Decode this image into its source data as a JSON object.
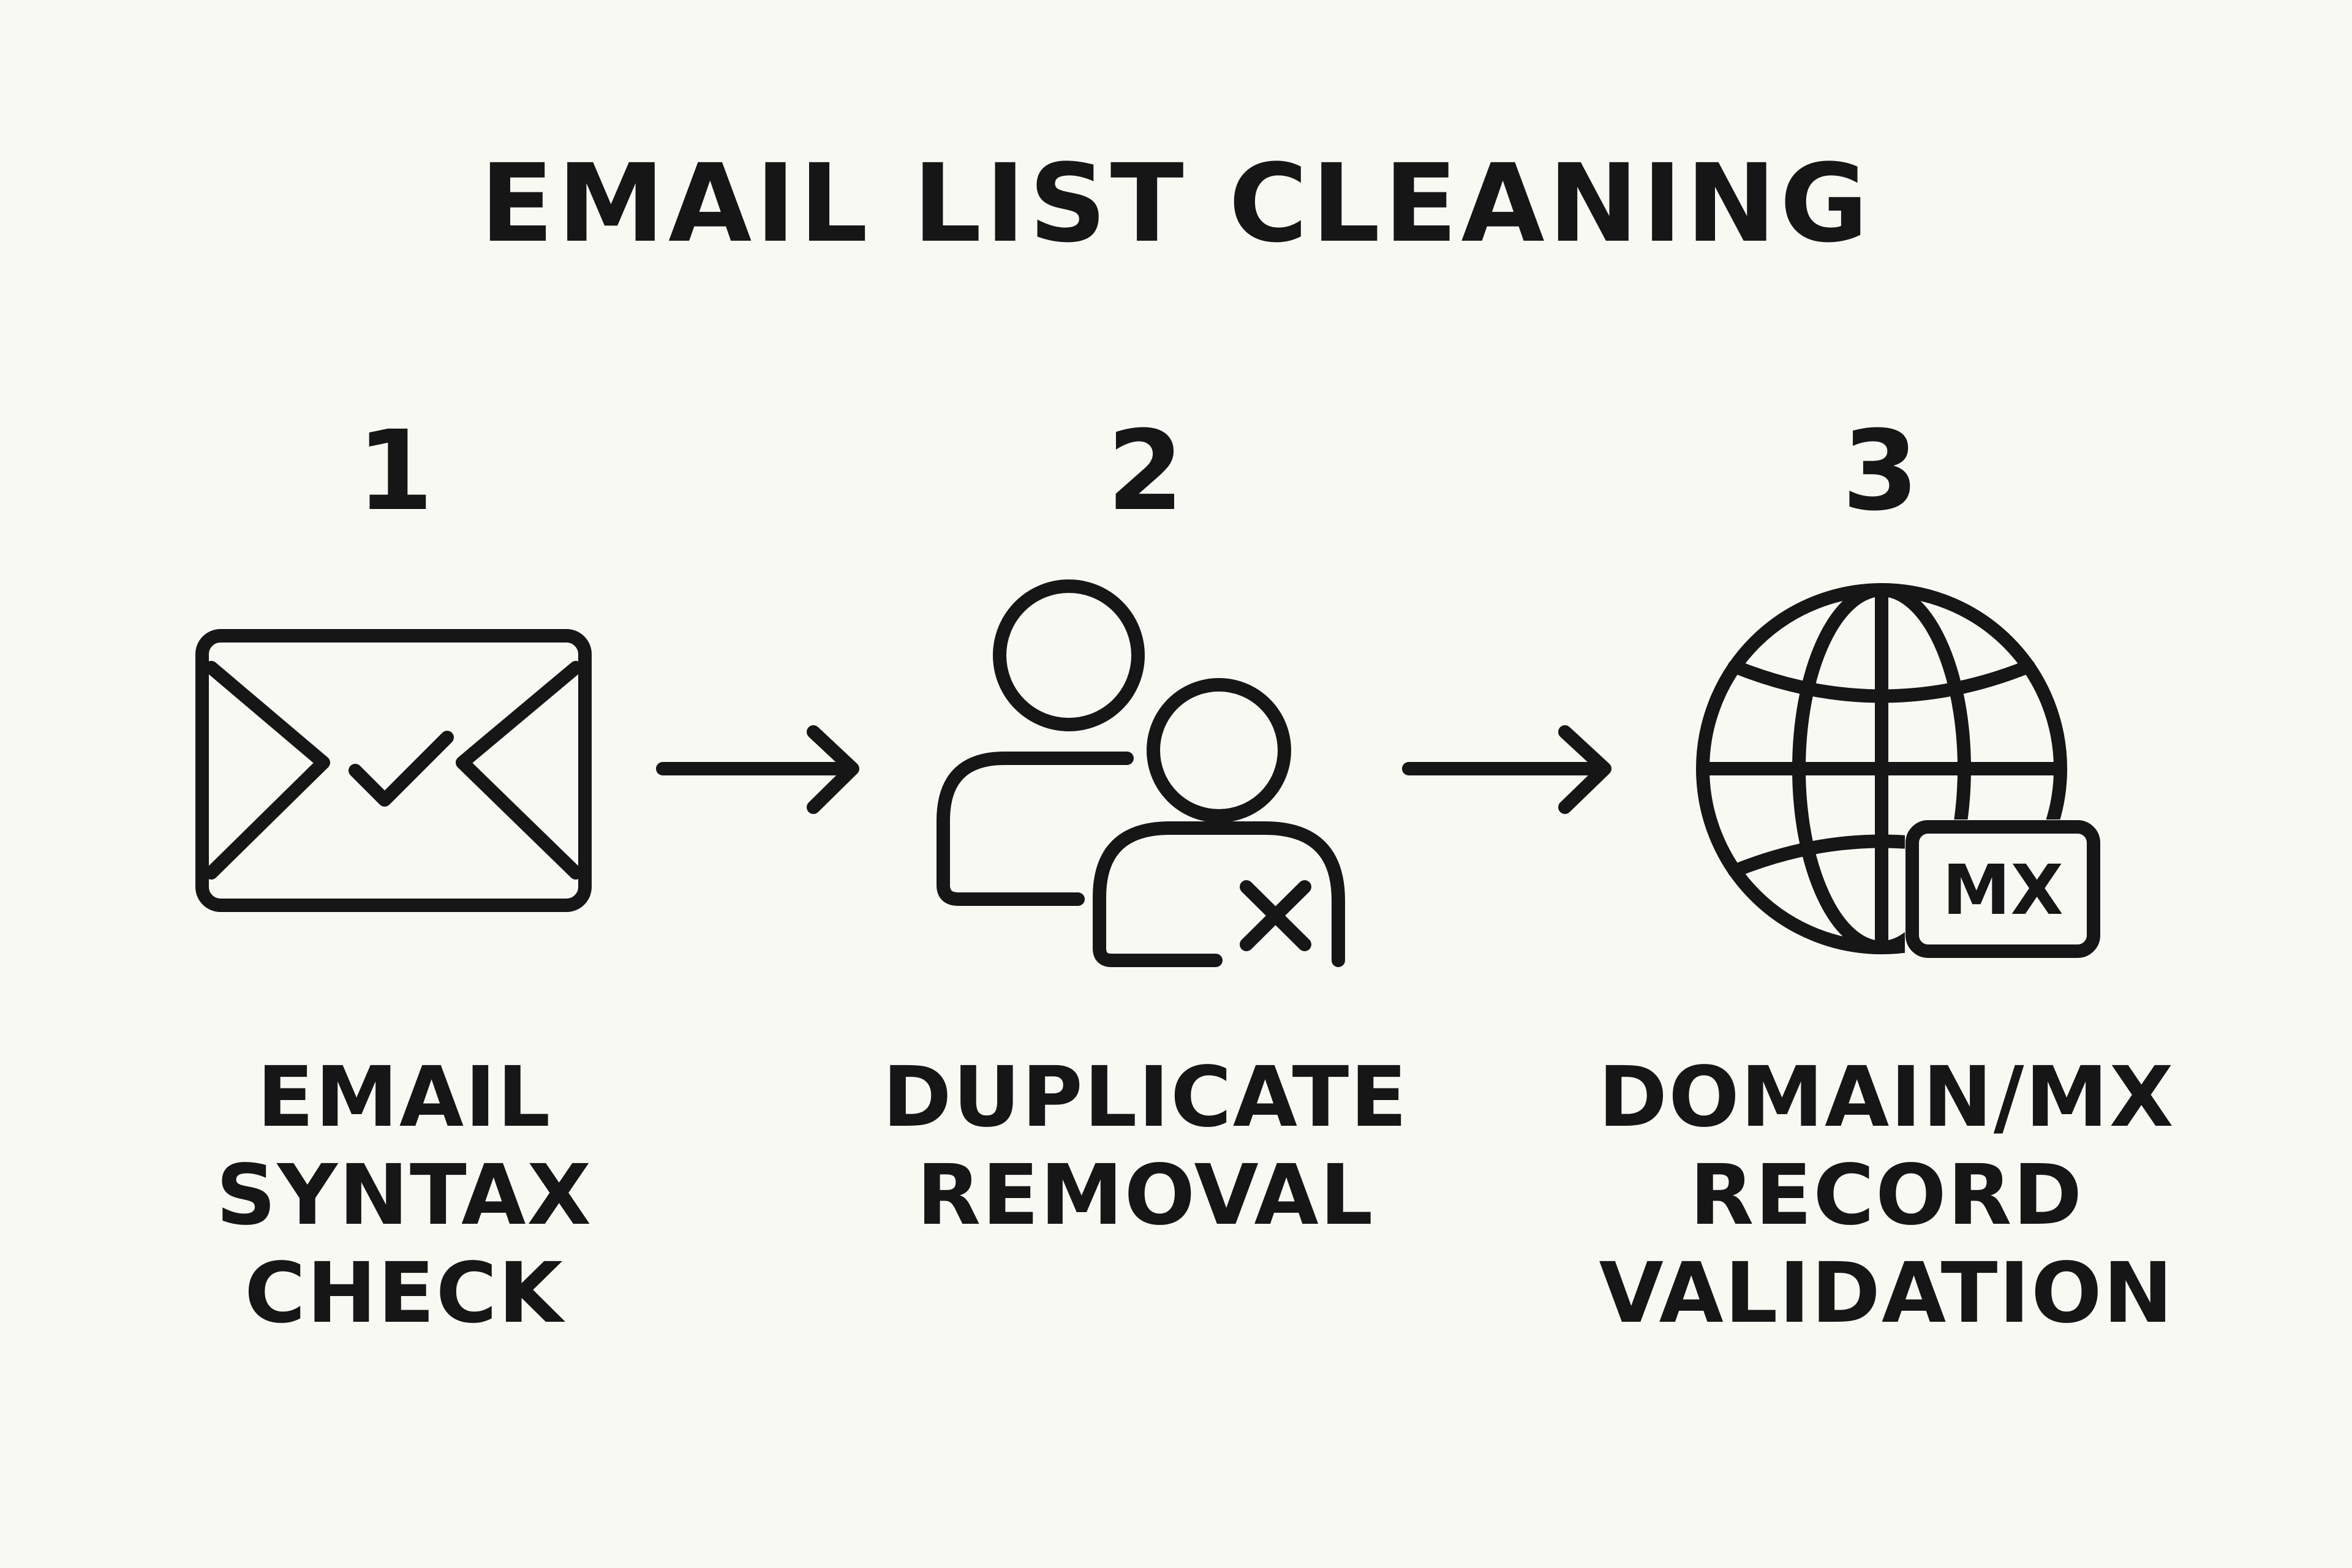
{
  "title": "EMAIL LIST CLEANING",
  "steps": [
    {
      "number": "1",
      "label_lines": [
        "EMAIL",
        "SYNTAX",
        "CHECK"
      ],
      "icon": "envelope-check-icon"
    },
    {
      "number": "2",
      "label_lines": [
        "DUPLICATE",
        "REMOVAL"
      ],
      "icon": "duplicate-users-icon"
    },
    {
      "number": "3",
      "label_lines": [
        "DOMAIN/MX",
        "RECORD",
        "VALIDATION"
      ],
      "icon": "globe-mx-icon",
      "badge_text": "MX"
    }
  ],
  "colors": {
    "background": "#f9f9f4",
    "ink": "#161616"
  }
}
